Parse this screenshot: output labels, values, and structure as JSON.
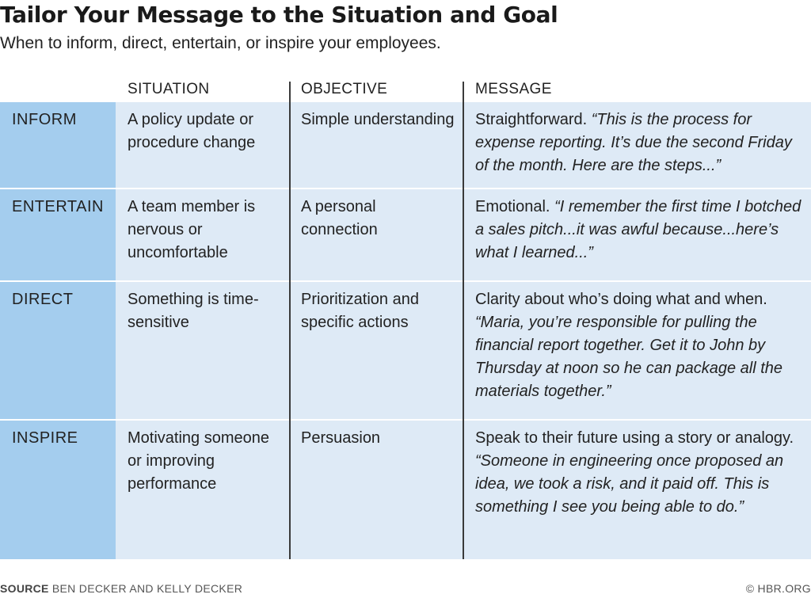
{
  "title": "Tailor Your Message to the Situation and Goal",
  "subtitle": "When to inform, direct, entertain, or inspire your employees.",
  "columns": {
    "situation": "SITUATION",
    "objective": "OBJECTIVE",
    "message": "MESSAGE"
  },
  "rows": [
    {
      "label": "INFORM",
      "situation": "A policy update or procedure change",
      "objective": "Simple understanding",
      "message_lead": "Straightforward. ",
      "message_quote": "“This is the process for expense reporting. It’s due the second Friday of the month. Here are the steps...”"
    },
    {
      "label": "ENTERTAIN",
      "situation": "A team member is nervous or uncomfortable",
      "objective": "A personal connection",
      "message_lead": "Emotional. ",
      "message_quote": "“I remember the first time I botched a sales pitch...it was awful because...here’s what I learned...”"
    },
    {
      "label": "DIRECT",
      "situation": "Something is time-sensitive",
      "objective": "Prioritization and specific actions",
      "message_lead": "Clarity about who’s doing what and when. ",
      "message_quote": "“Maria, you’re responsible for pulling the financial report together. Get it to John by Thursday at noon so he can package all the materials together.”"
    },
    {
      "label": "INSPIRE",
      "situation": "Motivating someone or improving performance",
      "objective": "Persuasion",
      "message_lead": "Speak to their future using a story or analogy. ",
      "message_quote": "“Someone in engineering once proposed an idea, we took a risk, and it paid off. This is something I see you being able to do.”"
    }
  ],
  "footer": {
    "source_label": "SOURCE",
    "source_text": "BEN DECKER AND KELLY DECKER",
    "credit": "© HBR.ORG"
  }
}
